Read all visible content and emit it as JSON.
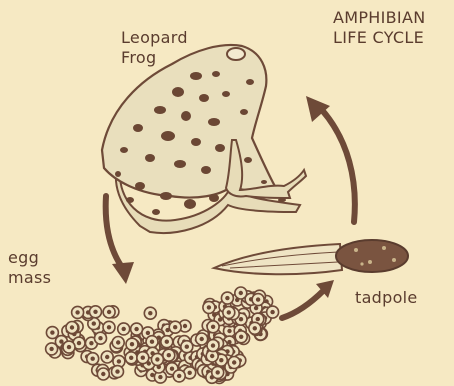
{
  "title": {
    "line1": "AMPHIBIAN",
    "line2": "LIFE CYCLE"
  },
  "stages": {
    "frog": {
      "line1": "Leopard",
      "line2": "Frog"
    },
    "eggs": {
      "line1": "egg",
      "line2": "mass"
    },
    "tadpole": {
      "line1": "tadpole"
    }
  },
  "colors": {
    "paper": "#f6e9c3",
    "ink": "#5a3c2e",
    "arrow": "#6e4a38",
    "frog_body": "#e7dcb8",
    "spots": "#6b4734"
  }
}
